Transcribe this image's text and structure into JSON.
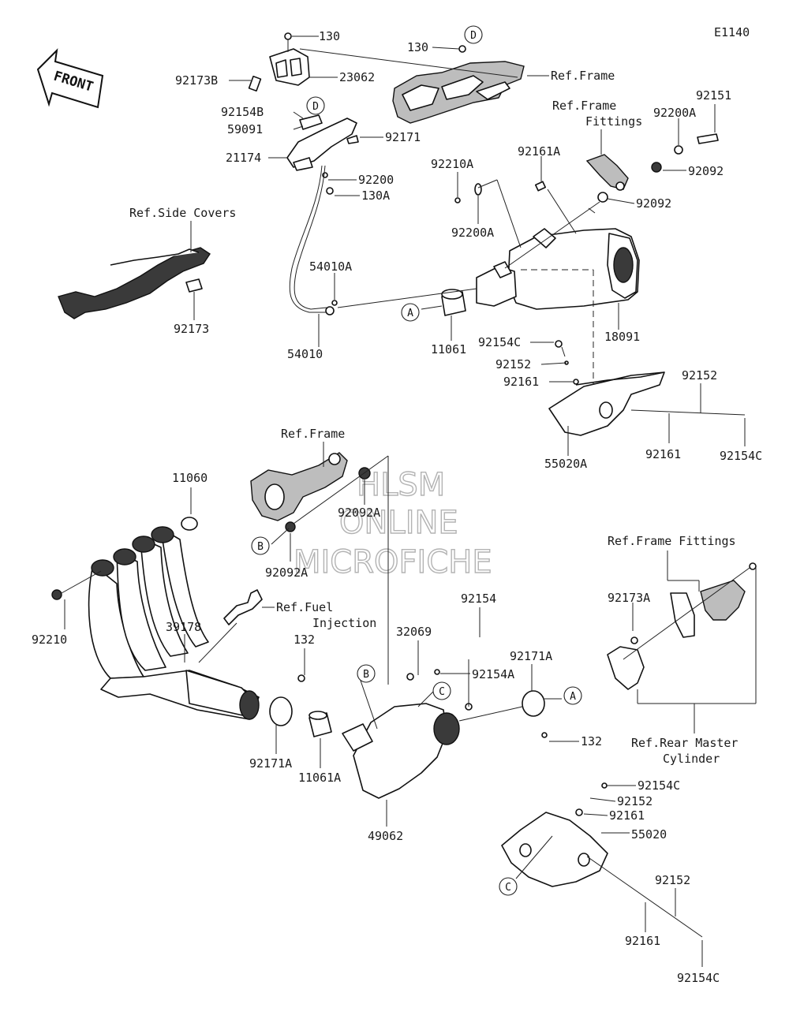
{
  "diagram_code": "E1140",
  "front_arrow": "FRONT",
  "watermark": [
    "HLSM",
    "ONLINE",
    "MICROFICHE"
  ],
  "labels": {
    "l130": "130",
    "l130b": "130",
    "l92173B": "92173B",
    "l23062": "23062",
    "lRefFrame1": "Ref.Frame",
    "l92154B": "92154B",
    "l59091": "59091",
    "l92171": "92171",
    "l21174": "21174",
    "l92200": "92200",
    "l130A": "130A",
    "lRefFrameFit1a": "Ref.Frame",
    "lRefFrameFit1b": "Fittings",
    "l92200A_top": "92200A",
    "l92151": "92151",
    "l92161A": "92161A",
    "l92210A": "92210A",
    "l92092_a": "92092",
    "l92092_b": "92092",
    "l92200A": "92200A",
    "lRefSide": "Ref.Side Covers",
    "l92173": "92173",
    "l54010A": "54010A",
    "l54010": "54010",
    "l11061": "11061",
    "l18091": "18091",
    "l92154C_1": "92154C",
    "l92152_1": "92152",
    "l92161_1": "92161",
    "l92152_2": "92152",
    "l92161_2": "92161",
    "l92154C_2": "92154C",
    "l55020A": "55020A",
    "lRefFrame2": "Ref.Frame",
    "l11060": "11060",
    "l92092A_1": "92092A",
    "l92092A_2": "92092A",
    "lRefFrameFit2": "Ref.Frame Fittings",
    "l92173A": "92173A",
    "lRefFuel1": "Ref.Fuel",
    "lRefFuel2": "Injection",
    "l92210": "92210",
    "l39178": "39178",
    "l92154": "92154",
    "l32069": "32069",
    "l132a": "132",
    "l92154A": "92154A",
    "l92171A_1": "92171A",
    "l92171A_2": "92171A",
    "l11061A": "11061A",
    "l49062": "49062",
    "l132b": "132",
    "lRefRear1": "Ref.Rear Master",
    "lRefRear2": "Cylinder",
    "l92154C_3": "92154C",
    "l92152_3": "92152",
    "l92161_3": "92161",
    "l55020": "55020",
    "l92152_4": "92152",
    "l92161_4": "92161",
    "l92154C_4": "92154C"
  },
  "callouts": {
    "D1": "D",
    "D2": "D",
    "A1": "A",
    "A2": "A",
    "B1": "B",
    "B2": "B",
    "C1": "C",
    "C2": "C"
  }
}
